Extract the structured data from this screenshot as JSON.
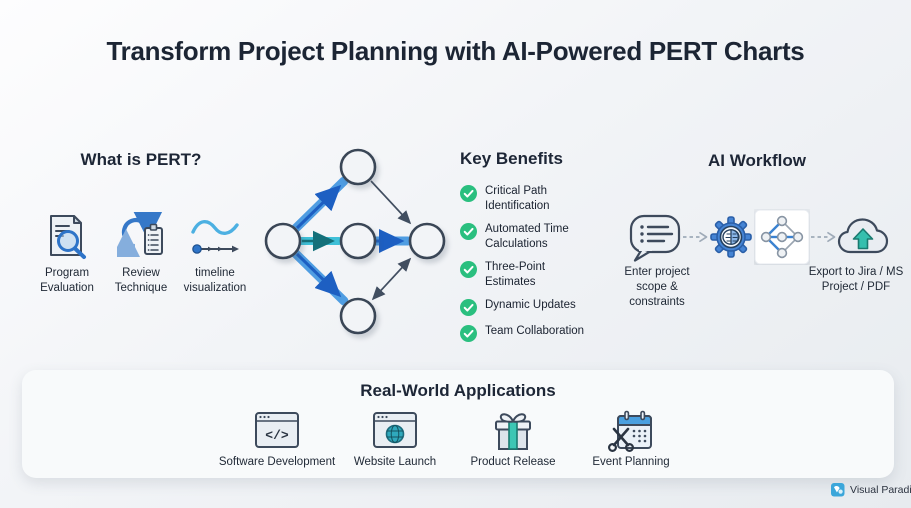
{
  "title": "Transform Project Planning with AI-Powered PERT Charts",
  "what_is_pert": {
    "heading": "What is PERT?",
    "items": [
      {
        "icon": "document-magnifier-icon",
        "label": "Program Evaluation"
      },
      {
        "icon": "cycle-clipboard-icon",
        "label": "Review Technique"
      },
      {
        "icon": "timeline-wave-icon",
        "label": "timeline visualization"
      }
    ]
  },
  "key_benefits": {
    "heading": "Key Benefits",
    "items": [
      "Critical Path Identification",
      "Automated Time Calculations",
      "Three-Point Estimates",
      "Dynamic Updates",
      "Team Collaboration"
    ]
  },
  "ai_workflow": {
    "heading": "AI Workflow",
    "input_label": "Enter project scope & constraints",
    "output_label": "Export to Jira / MS Project / PDF",
    "step_icons": [
      "speech-bubble-list-icon",
      "gear-brain-icon",
      "mini-pert-chart-icon",
      "cloud-upload-icon"
    ]
  },
  "applications": {
    "heading": "Real-World Applications",
    "items": [
      {
        "icon": "code-window-icon",
        "label": "Software Development"
      },
      {
        "icon": "globe-window-icon",
        "label": "Website Launch"
      },
      {
        "icon": "gift-box-icon",
        "label": "Product Release"
      },
      {
        "icon": "calendar-scissors-icon",
        "label": "Event Planning"
      }
    ]
  },
  "pert_diagram": {
    "nodes": [
      "start",
      "top",
      "middle",
      "bottom",
      "end"
    ],
    "blue_edges": [
      "start-top",
      "start-bottom",
      "middle-end"
    ],
    "teal_edges": [
      "start-middle"
    ],
    "thin_edges": [
      "top-end",
      "bottom-end"
    ]
  },
  "footer": {
    "brand": "Visual Paradigm"
  },
  "colors": {
    "heading_dark": "#1c2534",
    "edge_blue": "#1d5fc2",
    "edge_blue_casing": "#4f9de2",
    "edge_teal": "#14707a",
    "edge_teal_casing": "#3fc0d8",
    "success_green": "#2abf7f",
    "accent_teal": "#35bfae",
    "calendar_blue": "#4aa0e0"
  }
}
